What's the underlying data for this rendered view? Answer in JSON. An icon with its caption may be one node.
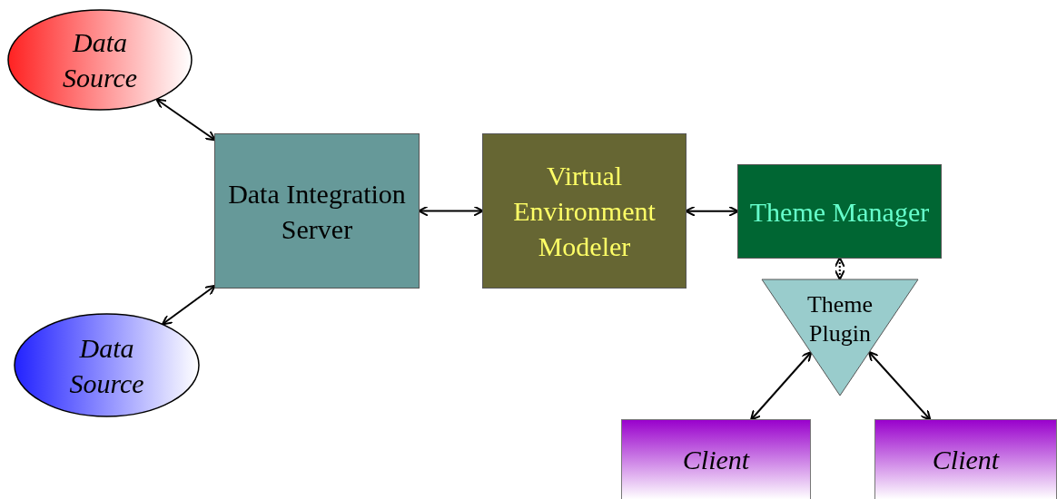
{
  "diagram": {
    "nodes": [
      {
        "text": [
          "Data Source"
        ]
      },
      {
        "text": [
          "Data Source"
        ]
      },
      {
        "text": [
          "Data Integration Server"
        ]
      },
      {
        "text": [
          "Virtual Environment Modeler"
        ]
      },
      {
        "text": [
          "Theme Manager"
        ]
      },
      {
        "text": [
          "Theme Plugin"
        ]
      },
      {
        "text": [
          "Client"
        ]
      },
      {
        "text": [
          "Client"
        ]
      }
    ],
    "edges": [
      {
        "from": 0,
        "to": 2,
        "arrow": "both"
      },
      {
        "from": 1,
        "to": 2,
        "arrow": "both"
      },
      {
        "from": 2,
        "to": 3,
        "arrow": "both"
      },
      {
        "from": 3,
        "to": 4,
        "arrow": "both"
      },
      {
        "from": 4,
        "to": 5,
        "arrow": "both",
        "style": "dashed"
      },
      {
        "from": 5,
        "to": 6,
        "arrow": "both"
      },
      {
        "from": 5,
        "to": 7,
        "arrow": "both"
      }
    ]
  }
}
